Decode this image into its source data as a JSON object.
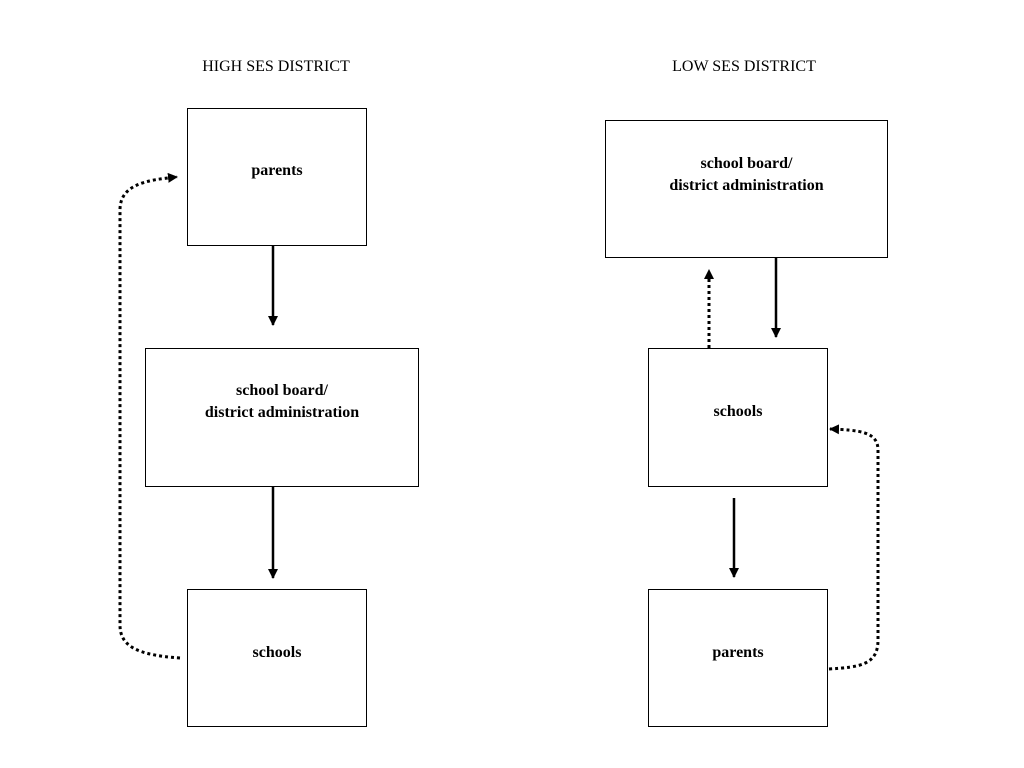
{
  "high_ses": {
    "heading": "HIGH SES DISTRICT",
    "parents_box": {
      "label": "parents"
    },
    "board_box": {
      "line1": "school board/",
      "line2": "district administration"
    },
    "schools_box": {
      "label": "schools"
    }
  },
  "low_ses": {
    "heading": "LOW SES DISTRICT",
    "board_box": {
      "line1": "school board/",
      "line2": "district administration"
    },
    "schools_box": {
      "label": "schools"
    },
    "parents_box": {
      "label": "parents"
    }
  },
  "colors": {
    "stroke": "#000000",
    "background": "#ffffff"
  }
}
